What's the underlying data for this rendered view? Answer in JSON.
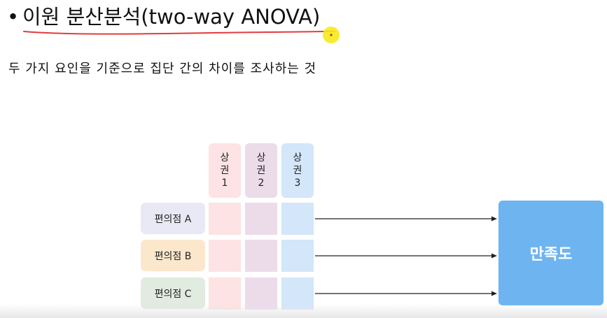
{
  "title": {
    "bullet": "•",
    "text": "이원 분산분석(two-way ANOVA)"
  },
  "subtitle": "두 가지 요인을 기준으로 집단 간의 차이를 조사하는 것",
  "columns": [
    {
      "line1": "상",
      "line2": "권",
      "line3": "1",
      "color": "#fde3e3"
    },
    {
      "line1": "상",
      "line2": "권",
      "line3": "2",
      "color": "#ecdcea"
    },
    {
      "line1": "상",
      "line2": "권",
      "line3": "3",
      "color": "#d3e6fa"
    }
  ],
  "rows": [
    {
      "label": "편의점 A",
      "color": "#e8e9f4"
    },
    {
      "label": "편의점 B",
      "color": "#fbe7cc"
    },
    {
      "label": "편의점 C",
      "color": "#e1ebe0"
    }
  ],
  "outcome": {
    "label": "만족도",
    "color": "#6eb4f0"
  },
  "annotation": {
    "underline_color": "#e23b3b",
    "highlight_color": "#f6ea1a"
  }
}
